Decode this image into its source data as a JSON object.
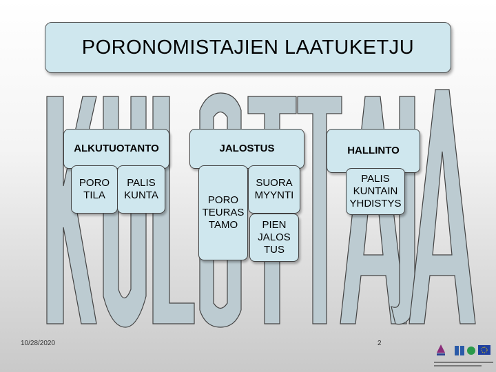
{
  "title": "PORONOMISTAJIEN LAATUKETJU",
  "background_word": "KULOTTAJA",
  "groups": {
    "alkutuotanto": {
      "label": "ALKUTUOTANTO",
      "items": [
        "PORO\nTILA",
        "PALIS\nKUNTA"
      ]
    },
    "jalostus": {
      "label": "JALOSTUS",
      "items": [
        "PORO\nTEURAS\nTAMO",
        "SUORA\nMYYNTI",
        "PIEN\nJALOS\nTUS"
      ]
    },
    "hallinto": {
      "label": "HALLINTO",
      "items": [
        "PALIS\nKUNTAIN\nYHDISTYS"
      ]
    }
  },
  "footer": {
    "date": "10/28/2020",
    "page": "2"
  },
  "colors": {
    "box_fill": "#cfe7ee",
    "letter_fill": "#b7c8cf"
  }
}
